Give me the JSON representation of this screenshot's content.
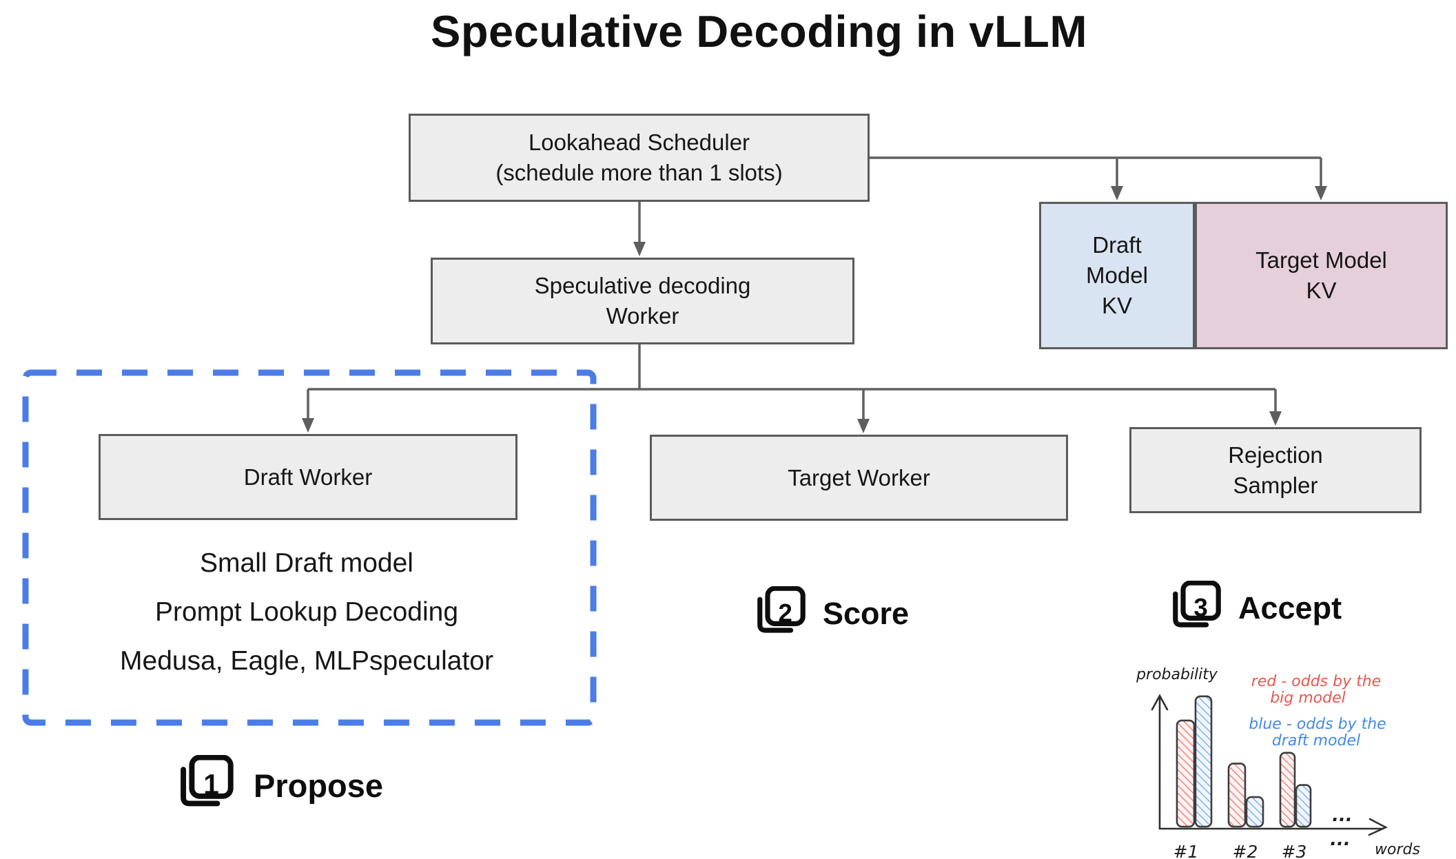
{
  "title": "Speculative Decoding in vLLM",
  "nodes": {
    "lookahead_scheduler": {
      "lines": [
        "Lookahead Scheduler",
        "(schedule more than 1 slots)"
      ]
    },
    "spec_decoding_worker": {
      "lines": [
        "Speculative decoding",
        "Worker"
      ]
    },
    "draft_worker": {
      "lines": [
        "Draft Worker"
      ]
    },
    "target_worker": {
      "lines": [
        "Target Worker"
      ]
    },
    "rejection_sampler": {
      "lines": [
        "Rejection",
        "Sampler"
      ]
    },
    "draft_model_kv": {
      "lines": [
        "Draft",
        "Model",
        "KV"
      ]
    },
    "target_model_kv": {
      "lines": [
        "Target Model",
        "KV"
      ]
    }
  },
  "draft_methods": {
    "lines": [
      "Small Draft model",
      "Prompt Lookup Decoding",
      "Medusa, Eagle, MLPspeculator"
    ]
  },
  "steps": {
    "propose": {
      "num": "1",
      "label": "Propose"
    },
    "score": {
      "num": "2",
      "label": "Score"
    },
    "accept": {
      "num": "3",
      "label": "Accept"
    }
  },
  "colors": {
    "box_fill": "#ededed",
    "box_border": "#5b5b5b",
    "draft_kv_fill": "#d9e4f2",
    "target_kv_fill": "#e5cfdb",
    "dashed_border": "#4b7ce8",
    "connector": "#606060",
    "chart_red": "#e8564e",
    "chart_blue": "#4289e8"
  },
  "chart_data": {
    "type": "bar",
    "title": "",
    "xlabel": "words",
    "ylabel": "probability",
    "categories": [
      "#1",
      "#2",
      "#3"
    ],
    "more_indicator": "...",
    "series": [
      {
        "name": "red - odds by the big model",
        "color": "#e8564e",
        "values": [
          0.79,
          0.47,
          0.55
        ]
      },
      {
        "name": "blue - odds by the draft model",
        "color": "#4289e8",
        "values": [
          0.97,
          0.22,
          0.31
        ]
      }
    ],
    "ylim": [
      0,
      1
    ],
    "grid": false,
    "legend_position": "top-right",
    "legend": {
      "red_lines": [
        "red - odds by the",
        "big model"
      ],
      "blue_lines": [
        "blue - odds by the",
        "draft model"
      ]
    }
  }
}
